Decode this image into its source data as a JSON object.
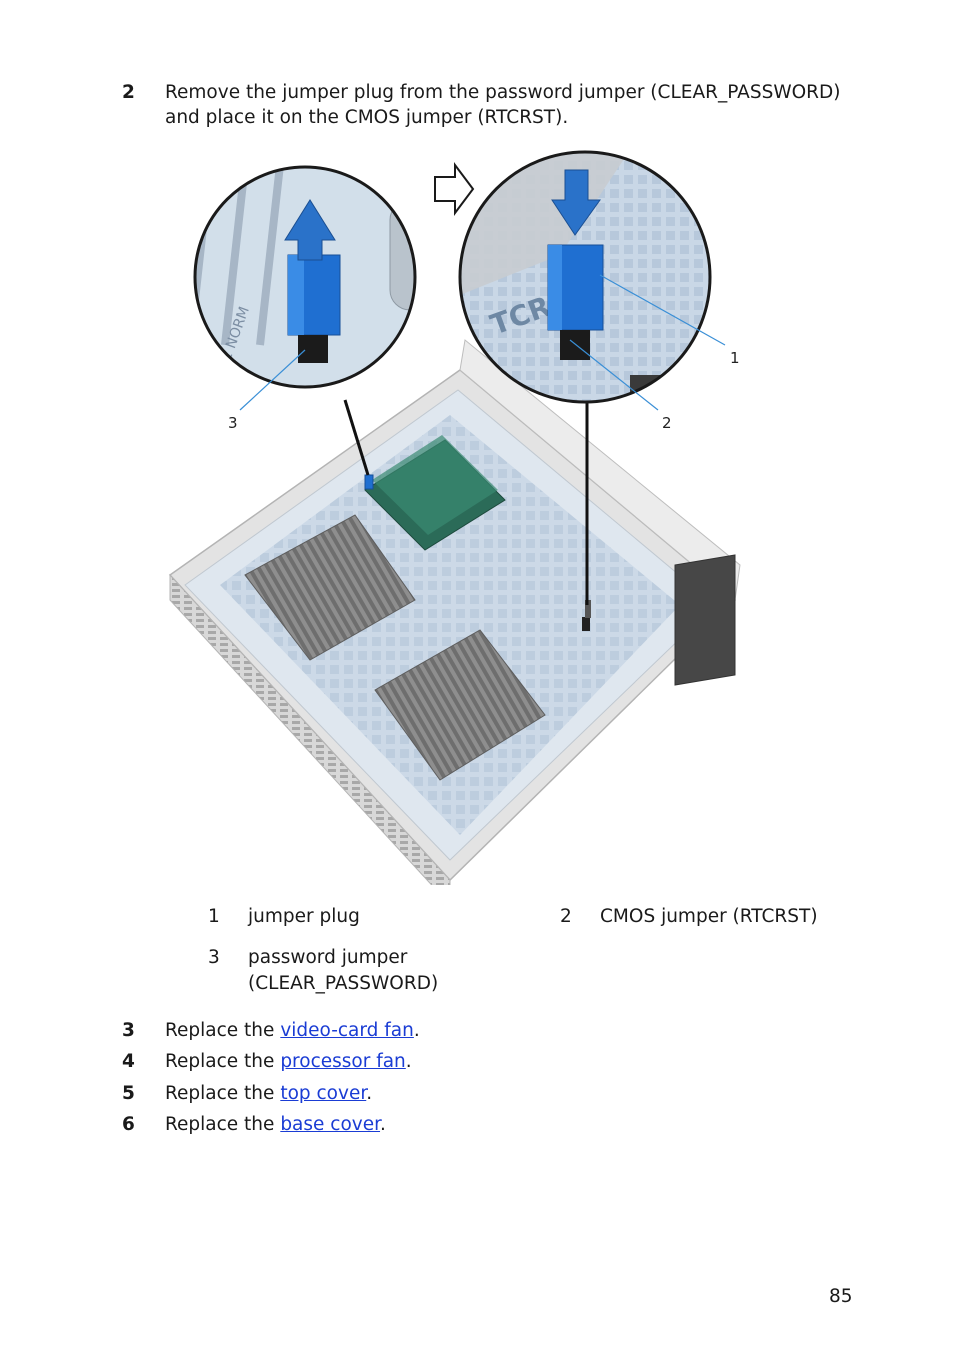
{
  "step2": {
    "number": "2",
    "line1": "Remove the jumper plug from the password jumper (CLEAR_PASSWORD)",
    "line2": "and place it on the CMOS jumper (RTCRST)."
  },
  "callouts": {
    "c1": "1",
    "c2": "2",
    "c3": "3"
  },
  "legend": [
    {
      "num": "1",
      "text": "jumper plug"
    },
    {
      "num": "2",
      "text": "CMOS jumper (RTCRST)"
    },
    {
      "num": "3",
      "text_line1": "password jumper",
      "text_line2": "(CLEAR_PASSWORD)"
    }
  ],
  "steps": [
    {
      "number": "3",
      "prefix": "Replace the ",
      "link": "video-card fan",
      "suffix": "."
    },
    {
      "number": "4",
      "prefix": "Replace the ",
      "link": "processor fan",
      "suffix": "."
    },
    {
      "number": "5",
      "prefix": "Replace the ",
      "link": "top cover",
      "suffix": "."
    },
    {
      "number": "6",
      "prefix": "Replace the ",
      "link": "base cover",
      "suffix": "."
    }
  ],
  "page_number": "85",
  "colors": {
    "link": "#1a3cd4",
    "jumper_blue": "#1f6fd1",
    "callout_line": "#3a8fd6"
  }
}
